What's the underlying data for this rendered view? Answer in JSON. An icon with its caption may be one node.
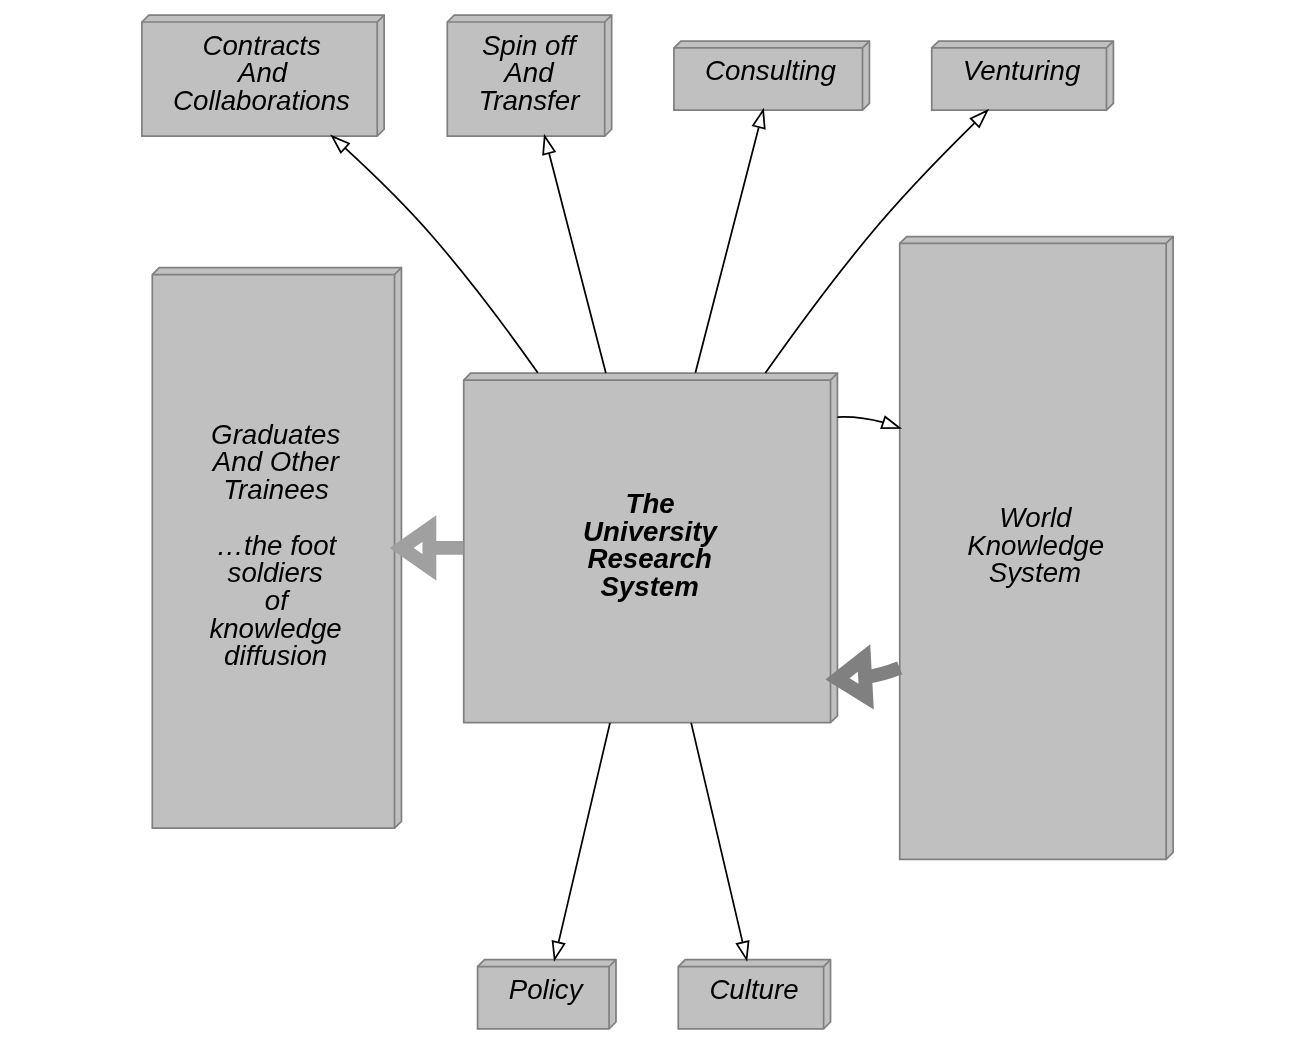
{
  "diagram": {
    "nodes": [
      {
        "text": [
          "Contracts And Collaborations"
        ]
      },
      {
        "text": [
          "Spin off And Transfer"
        ]
      },
      {
        "text": [
          "Consulting"
        ]
      },
      {
        "text": [
          "Venturing"
        ]
      },
      {
        "text": [
          "Graduates And Other Trainees",
          "…the foot soldiers of knowledge diffusion"
        ]
      },
      {
        "text": [
          "The University Research System"
        ]
      },
      {
        "text": [
          "World Knowledge System"
        ]
      },
      {
        "text": [
          "Policy"
        ]
      },
      {
        "text": [
          "Culture"
        ]
      }
    ],
    "edges": [
      {
        "from": 5,
        "to": 2,
        "arrow": "to"
      },
      {
        "from": 5,
        "to": 0,
        "arrow": "to"
      },
      {
        "from": 5,
        "to": 1,
        "arrow": "to"
      },
      {
        "from": 5,
        "to": 3,
        "arrow": "to"
      },
      {
        "from": 5,
        "to": 4,
        "arrow": "to",
        "style": "thick",
        "color": "#a0a0a0"
      },
      {
        "from": 6,
        "to": 5,
        "arrow": "to",
        "style": "thick",
        "color": "#808080"
      },
      {
        "from": 5,
        "to": 6,
        "arrow": "to"
      },
      {
        "from": 5,
        "to": 7,
        "arrow": "to"
      },
      {
        "from": 5,
        "to": 8,
        "arrow": "to"
      }
    ]
  }
}
